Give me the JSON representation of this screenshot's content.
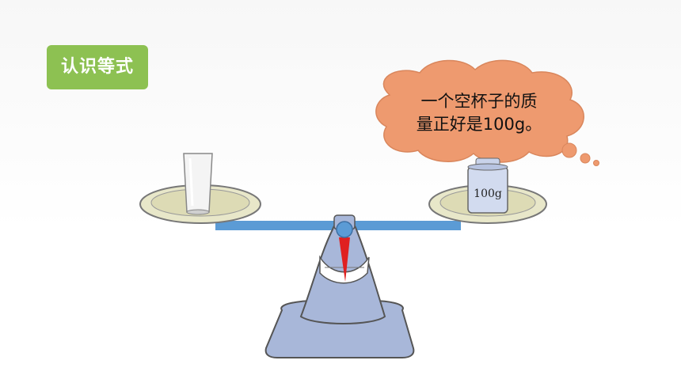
{
  "title_badge": {
    "label": "认识等式",
    "color": "#8dc152"
  },
  "speech_bubble": {
    "line1": "一个空杯子的质",
    "line2": "量正好是100g。",
    "color": "#ee9a6f"
  },
  "weight": {
    "label": "100g"
  },
  "colors": {
    "beam": "#5b9bd5",
    "scale_body": "#a8b7d9",
    "pan": "#e8e7c9",
    "pointer": "#e02020"
  }
}
